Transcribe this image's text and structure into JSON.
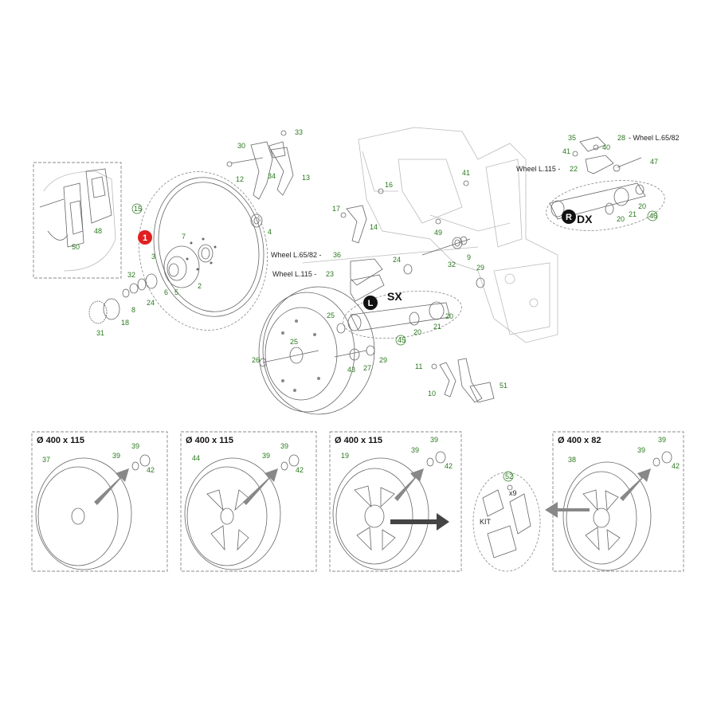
{
  "callouts": {
    "c33": "33",
    "c30": "30",
    "c12": "12",
    "c34": "34",
    "c13": "13",
    "c16": "16",
    "c17": "17",
    "c14": "14",
    "c41a": "41",
    "c49": "49",
    "c32a": "32",
    "c9": "9",
    "c35": "35",
    "c28": "28",
    "c41b": "41",
    "c40": "40",
    "c22": "22",
    "c47": "47",
    "c20a": "20",
    "c21a": "21",
    "c20b": "20",
    "c46": "46",
    "c15": "15",
    "c7": "7",
    "c3": "3",
    "c2": "2",
    "c5": "5",
    "c4": "4",
    "c32b": "32",
    "c8": "8",
    "c6": "6",
    "c24a": "24",
    "c18": "18",
    "c31": "31",
    "c48": "48",
    "c50": "50",
    "c36": "36",
    "c23": "23",
    "c24b": "24",
    "c29a": "29",
    "c25a": "25",
    "c20c": "20",
    "c21b": "21",
    "c20d": "20",
    "c45": "45",
    "c25b": "25",
    "c26": "26",
    "c43": "43",
    "c27": "27",
    "c29b": "29",
    "c11": "11",
    "c10": "10",
    "c51": "51",
    "p1c37": "37",
    "p1c39a": "39",
    "p1c39b": "39",
    "p1c42": "42",
    "p2c44": "44",
    "p2c39a": "39",
    "p2c39b": "39",
    "p2c42": "42",
    "p3c19": "19",
    "p3c39a": "39",
    "p3c39b": "39",
    "p3c42": "42",
    "p4c52": "52",
    "p5c38": "38",
    "p5c39a": "39",
    "p5c39b": "39",
    "p5c42": "42"
  },
  "labels": {
    "wheel_65_82_top": "- Wheel L.65/82",
    "wheel_115_top": "Wheel L.115 -",
    "wheel_65_82_mid": "Wheel L.65/82 -",
    "wheel_115_mid": "Wheel L.115 -",
    "marker_1": "1",
    "marker_L": "L",
    "text_SX": "SX",
    "marker_R": "R",
    "text_DX": "DX",
    "x9": "x9",
    "kit": "KIT"
  },
  "panels": [
    {
      "title": "Ø 400 x 115"
    },
    {
      "title": "Ø 400 x 115"
    },
    {
      "title": "Ø 400 x 115"
    },
    {
      "title": "Ø 400 x 82"
    }
  ],
  "colors": {
    "callout_text": "#2a7a1e",
    "marker_red": "#e02020",
    "marker_black": "#111111",
    "line": "#666666"
  }
}
